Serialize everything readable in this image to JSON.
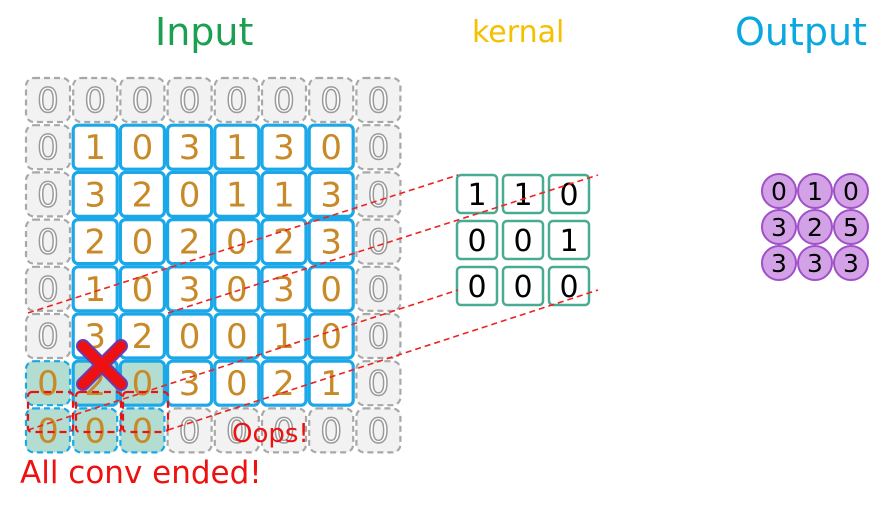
{
  "titles": {
    "input": "Input",
    "kernel": "kernal",
    "output": "Output"
  },
  "colors": {
    "input_title": "#1aa050",
    "kernel_title": "#f5c000",
    "output_title": "#0aa8e0",
    "pad_border": "#a8a8a8",
    "input_border": "#1aa8e8",
    "digit": "#c88a28",
    "kernel_border": "#4aab93",
    "output_fill": "#d3a2e6",
    "output_border": "#a050c8",
    "alert": "#ee1111",
    "highlight": "#b3ddd0"
  },
  "input_grid": [
    [
      1,
      0,
      3,
      1,
      3,
      0
    ],
    [
      3,
      2,
      0,
      1,
      1,
      3
    ],
    [
      2,
      0,
      2,
      0,
      2,
      3
    ],
    [
      1,
      0,
      3,
      0,
      3,
      0
    ],
    [
      3,
      2,
      0,
      0,
      1,
      0
    ],
    [
      2,
      0,
      3,
      0,
      2,
      1
    ]
  ],
  "padding_value": "0",
  "kernel": [
    [
      1,
      1,
      0
    ],
    [
      0,
      0,
      1
    ],
    [
      0,
      0,
      0
    ]
  ],
  "output": [
    [
      0,
      1,
      0
    ],
    [
      3,
      2,
      5
    ],
    [
      3,
      3,
      3
    ]
  ],
  "labels": {
    "oops": "Oops!",
    "ended": "All conv ended!"
  }
}
